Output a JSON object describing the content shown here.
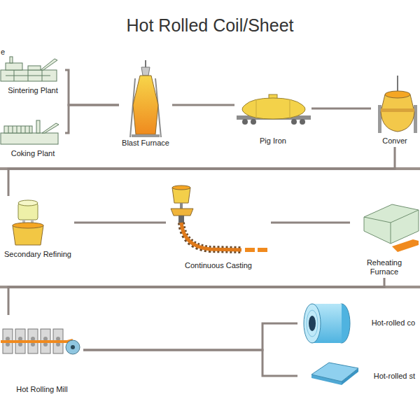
{
  "diagram": {
    "title": "Hot Rolled Coil/Sheet",
    "nodes": [
      {
        "text": [
          "Sintering Plant"
        ]
      },
      {
        "text": [
          "Coking Plant"
        ]
      },
      {
        "text": [
          "Blast Furnace"
        ]
      },
      {
        "text": [
          "Pig Iron"
        ]
      },
      {
        "text": [
          "Conver"
        ]
      },
      {
        "text": [
          "Secondary Refining"
        ]
      },
      {
        "text": [
          "Continuous Casting"
        ]
      },
      {
        "text": [
          "Reheating Furnace"
        ]
      },
      {
        "text": [
          "Hot Rolling Mill"
        ]
      },
      {
        "text": [
          "Hot-rolled co"
        ]
      },
      {
        "text": [
          "Hot-rolled st"
        ]
      }
    ],
    "edges": [
      {
        "from": 0,
        "to": 2,
        "arrow": "none"
      },
      {
        "from": 1,
        "to": 2,
        "arrow": "none"
      },
      {
        "from": 2,
        "to": 3,
        "arrow": "none"
      },
      {
        "from": 3,
        "to": 4,
        "arrow": "none"
      },
      {
        "from": 4,
        "to": 5,
        "arrow": "none"
      },
      {
        "from": 5,
        "to": 6,
        "arrow": "none"
      },
      {
        "from": 6,
        "to": 7,
        "arrow": "none"
      },
      {
        "from": 7,
        "to": 8,
        "arrow": "none"
      },
      {
        "from": 8,
        "to": 9,
        "arrow": "none"
      },
      {
        "from": 8,
        "to": 10,
        "arrow": "none"
      }
    ],
    "labels": [
      "e"
    ]
  }
}
